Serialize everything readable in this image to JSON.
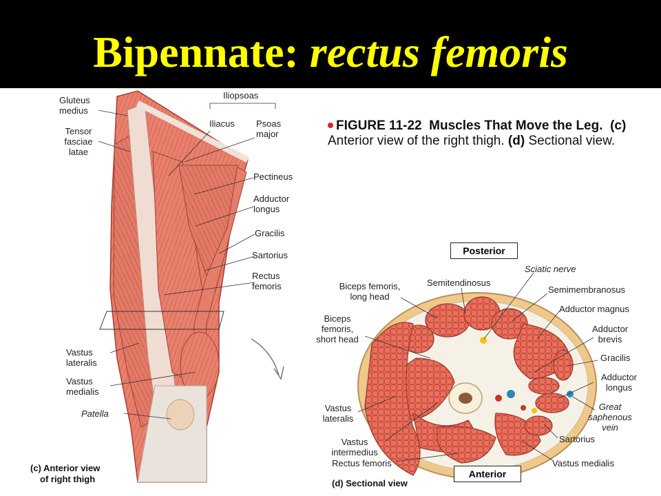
{
  "title": {
    "main": "Bipennate:",
    "italic": "rectus femoris"
  },
  "figure_caption": {
    "number": "FIGURE 11-22",
    "heading": "Muscles That Move the Leg.",
    "part_c": "(c)",
    "part_c_text": "Anterior view of the right thigh.",
    "part_d": "(d)",
    "part_d_text": "Sectional view."
  },
  "thigh_labels": {
    "gluteus_medius": [
      "Gluteus",
      "medius"
    ],
    "tensor": [
      "Tensor",
      "fasciae",
      "latae"
    ],
    "iliopsoas": "Iliopsoas",
    "iliacus": "Iliacus",
    "psoas": [
      "Psoas",
      "major"
    ],
    "pectineus": "Pectineus",
    "adductor_longus": [
      "Adductor",
      "longus"
    ],
    "gracilis": "Gracilis",
    "sartorius": "Sartorius",
    "rectus_femoris": [
      "Rectus",
      "femoris"
    ],
    "vastus_lateralis": [
      "Vastus",
      "lateralis"
    ],
    "vastus_medialis": [
      "Vastus",
      "medialis"
    ],
    "patella": "Patella",
    "caption": [
      "(c) Anterior view",
      "of right thigh"
    ]
  },
  "section_labels": {
    "posterior": "Posterior",
    "anterior": "Anterior",
    "sciatic_nerve": "Sciatic nerve",
    "semitendinosus": "Semitendinosus",
    "biceps_long": [
      "Biceps femoris,",
      "long head"
    ],
    "semimembranosus": "Semimembranosus",
    "adductor_magnus": "Adductor magnus",
    "biceps_short": [
      "Biceps",
      "femoris,",
      "short head"
    ],
    "adductor_brevis": [
      "Adductor",
      "brevis"
    ],
    "gracilis": "Gracilis",
    "adductor_longus": [
      "Adductor",
      "longus"
    ],
    "great_saphenous": [
      "Great",
      "saphenous",
      "vein"
    ],
    "vastus_lateralis": [
      "Vastus",
      "lateralis"
    ],
    "vastus_intermedius": [
      "Vastus",
      "intermedius"
    ],
    "sartorius": "Sartorius",
    "rectus_femoris": "Rectus femoris",
    "vastus_medialis": "Vastus medialis",
    "caption": "(d) Sectional view"
  }
}
